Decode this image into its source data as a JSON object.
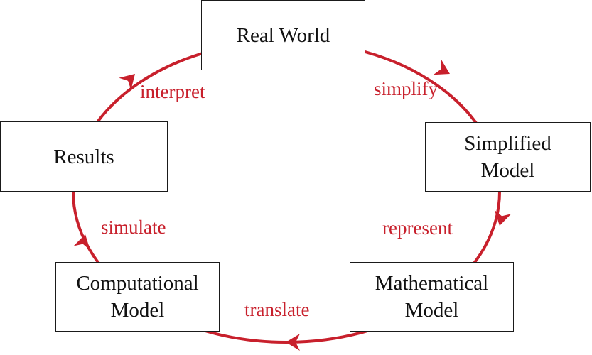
{
  "colors": {
    "cycle": "#c8202c",
    "box_border": "#1a1a1a",
    "text": "#111111"
  },
  "nodes": {
    "real_world": {
      "lines": [
        "Real World"
      ]
    },
    "simplified_model": {
      "lines": [
        "Simplified",
        "Model"
      ]
    },
    "mathematical_model": {
      "lines": [
        "Mathematical",
        "Model"
      ]
    },
    "computational_model": {
      "lines": [
        "Computational",
        "Model"
      ]
    },
    "results": {
      "lines": [
        "Results"
      ]
    }
  },
  "edges": {
    "simplify": "simplify",
    "represent": "represent",
    "translate": "translate",
    "simulate": "simulate",
    "interpret": "interpret"
  }
}
